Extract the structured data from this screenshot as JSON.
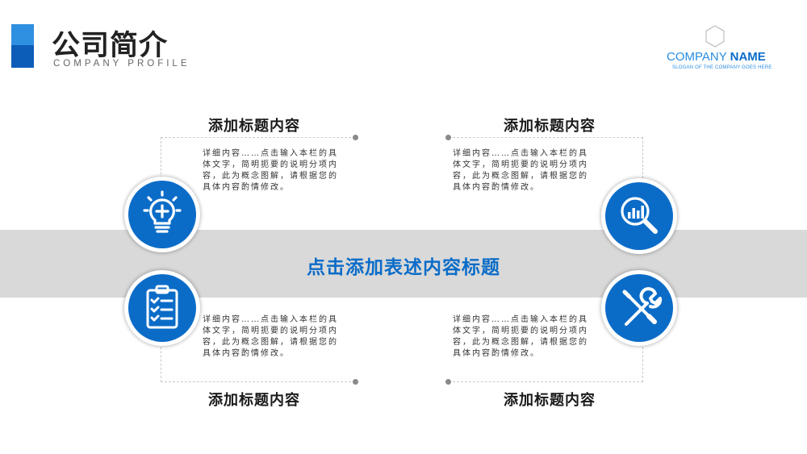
{
  "header": {
    "title": "公司简介",
    "subtitle": "COMPANY PROFILE"
  },
  "logo": {
    "company_light": "COMPANY ",
    "company_bold": "NAME",
    "slogan": "SLOGAN OF THE COMPANY GOES HERE"
  },
  "center": {
    "title": "点击添加表述内容标题"
  },
  "blocks": [
    {
      "heading": "添加标题内容",
      "text": "详细内容……点击输入本栏的具体文字，简明扼要的说明分项内容，此为概念图解，请根据您的具体内容酌情修改。",
      "icon": "lightbulb-plus-icon"
    },
    {
      "heading": "添加标题内容",
      "text": "详细内容……点击输入本栏的具体文字，简明扼要的说明分项内容，此为概念图解，请根据您的具体内容酌情修改。",
      "icon": "magnifier-chart-icon"
    },
    {
      "heading": "添加标题内容",
      "text": "详细内容……点击输入本栏的具体文字，简明扼要的说明分项内容，此为概念图解，请根据您的具体内容酌情修改。",
      "icon": "clipboard-checklist-icon"
    },
    {
      "heading": "添加标题内容",
      "text": "详细内容……点击输入本栏的具体文字，简明扼要的说明分项内容，此为概念图解，请根据您的具体内容酌情修改。",
      "icon": "wrench-screwdriver-icon"
    }
  ],
  "colors": {
    "accent": "#0b6cc8",
    "band": "#d9d9d9",
    "title_bar_top": "#2f8fe0"
  }
}
